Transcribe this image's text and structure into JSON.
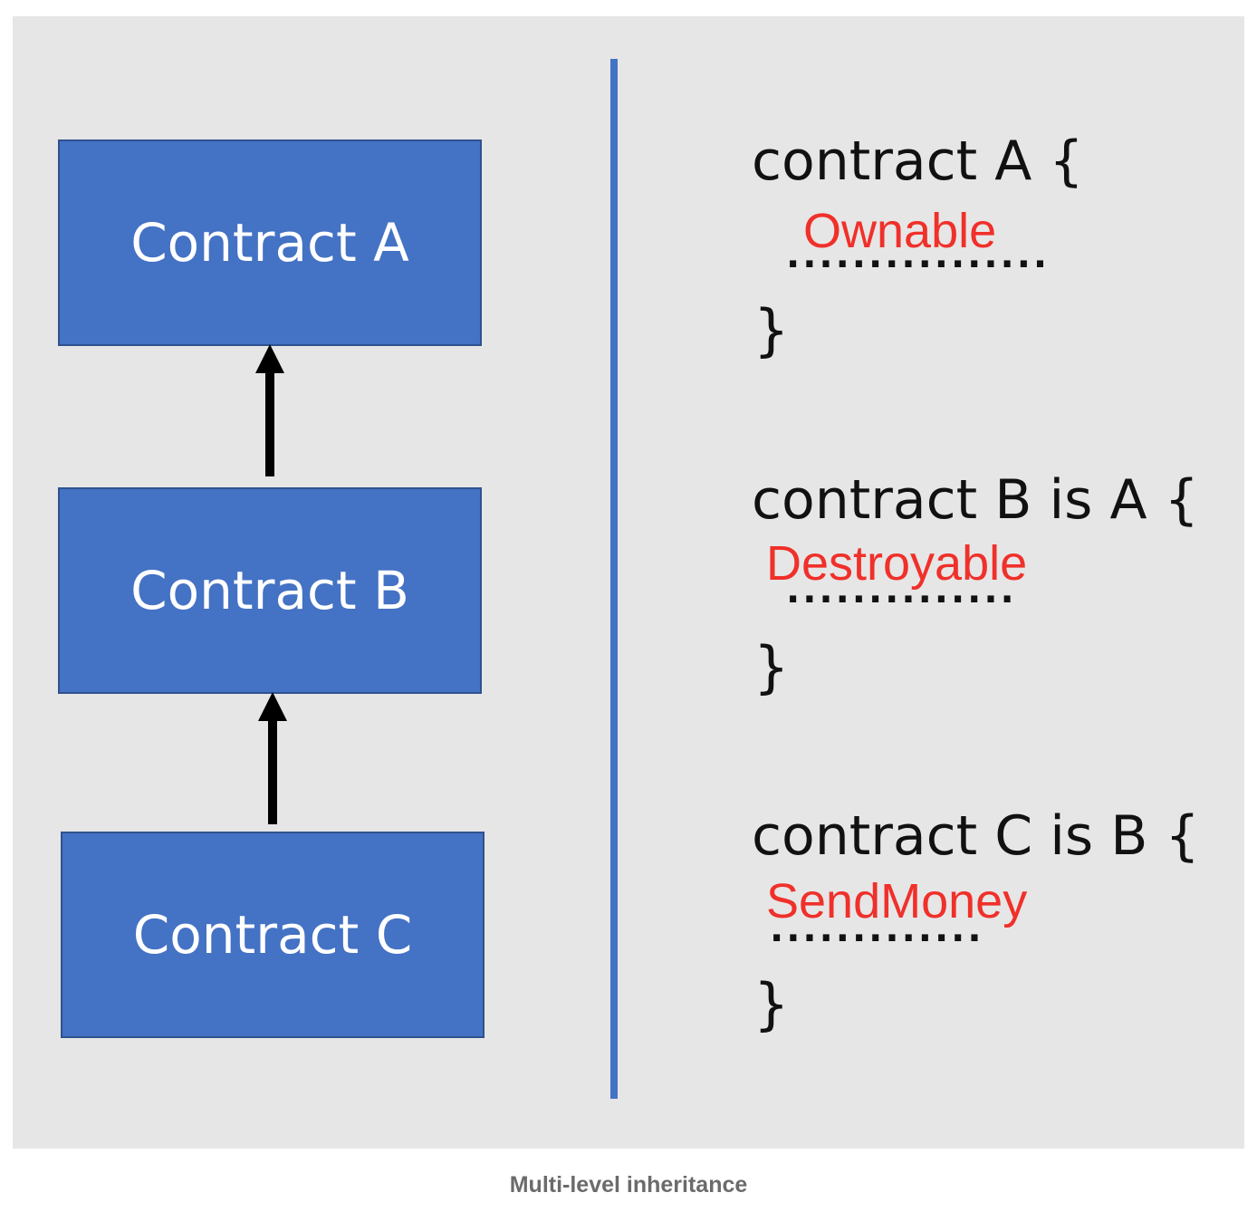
{
  "diagram": {
    "boxes": [
      {
        "label": "Contract A"
      },
      {
        "label": "Contract B"
      },
      {
        "label": "Contract C"
      }
    ],
    "colors": {
      "box_fill": "#4472c4",
      "box_border": "#2f528f",
      "panel_bg": "#e6e6e6",
      "divider": "#4472c4",
      "highlight_text": "#f0302a"
    }
  },
  "code": {
    "blocks": [
      {
        "declaration": "contract A {",
        "label": "Ownable",
        "dots": "................",
        "closing": "}"
      },
      {
        "declaration": "contract B is A {",
        "label": "Destroyable",
        "dots": "..............",
        "closing": "}"
      },
      {
        "declaration": "contract C is B {",
        "label": "SendMoney",
        "dots": ".............",
        "closing": "}"
      }
    ]
  },
  "caption": "Multi-level inheritance"
}
